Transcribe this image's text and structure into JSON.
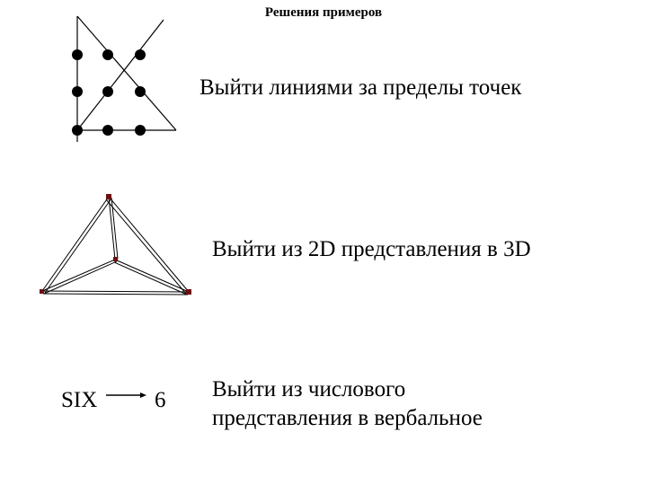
{
  "title": "Решения примеров",
  "examples": [
    {
      "caption": "Выйти линиями за пределы точек"
    },
    {
      "caption": "Выйти из 2D представления в 3D"
    },
    {
      "caption_line1": "Выйти из числового",
      "caption_line2": "представления в вербальное"
    }
  ],
  "word_to_number": {
    "word": "SIX",
    "number": "6"
  },
  "colors": {
    "line": "#000000",
    "dot": "#000000",
    "vertex": "#6b1010",
    "background": "#ffffff"
  }
}
